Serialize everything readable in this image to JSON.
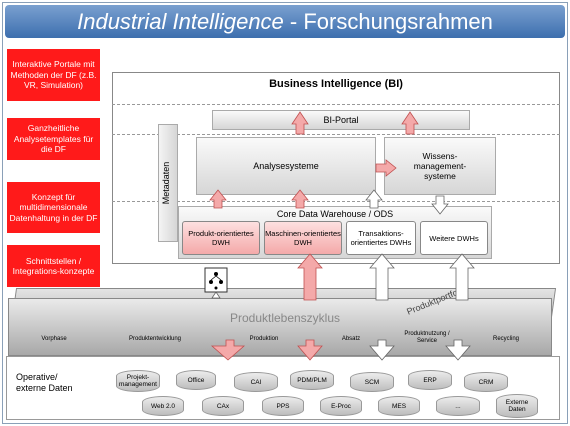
{
  "title": {
    "italic": "Industrial Intelligence",
    "rest": " - Forschungsrahmen"
  },
  "red_boxes": [
    "Interaktive Portale mit Methoden der DF (z.B. VR, Simulation)",
    "Ganzheitliche Analysetemplates für die DF",
    "Konzept für multidimensionale Datenhaltung in der DF",
    "Schnittstellen / Integrations-konzepte"
  ],
  "bi": {
    "title": "Business Intelligence (BI)",
    "portal": "BI-Portal",
    "analysis": "Analysesysteme",
    "knowledge": "Wissens-management-systeme",
    "core": "Core Data Warehouse / ODS",
    "metadata": "Metadaten",
    "dwhs": [
      "Produkt-orientiertes DWH",
      "Maschinen-orientiertes DWH",
      "Transaktions-orientiertes DWHs",
      "Weitere DWHs"
    ]
  },
  "plm": {
    "label": "Produktlebenszyklus",
    "portfolio": "Produktportfolio",
    "stages": [
      "Vorphase",
      "Produktentwicklung",
      "Produktion",
      "Absatz",
      "Produktnutzung / Service",
      "Recycling"
    ]
  },
  "operative": {
    "label": "Operative/ externe Daten",
    "top_row": [
      "Projekt-management",
      "Office",
      "CAI",
      "PDM/PLM",
      "SCM",
      "ERP",
      "CRM"
    ],
    "bottom_row": [
      "Web 2.0",
      "CAx",
      "PPS",
      "E-Proc",
      "MES",
      "...",
      "Externe Daten"
    ]
  },
  "colors": {
    "accent_red": "#ff1a1a",
    "title_blue": "#3d6fae",
    "pink": "#f4a9a9"
  }
}
